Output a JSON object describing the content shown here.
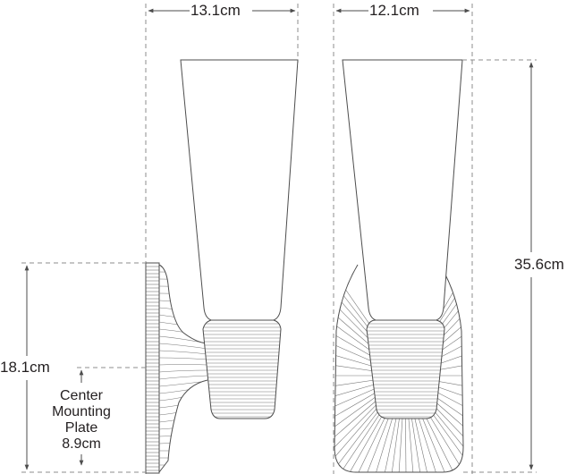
{
  "diagram": {
    "type": "dimension drawing",
    "subject": "wall sconce",
    "views": [
      {
        "name": "side-view",
        "width_label": "13.1cm"
      },
      {
        "name": "front-view",
        "width_label": "12.1cm"
      }
    ],
    "dimensions": {
      "side_width": "13.1cm",
      "front_width": "12.1cm",
      "overall_height": "35.6cm",
      "backplate_height": "18.1cm",
      "center_mounting_plate": {
        "line1": "Center",
        "line2": "Mounting",
        "line3": "Plate",
        "value": "8.9cm"
      }
    },
    "colors": {
      "line": "#4d4d4d",
      "dashed": "#8c8c8c",
      "text": "#231f20",
      "background": "#ffffff"
    }
  }
}
